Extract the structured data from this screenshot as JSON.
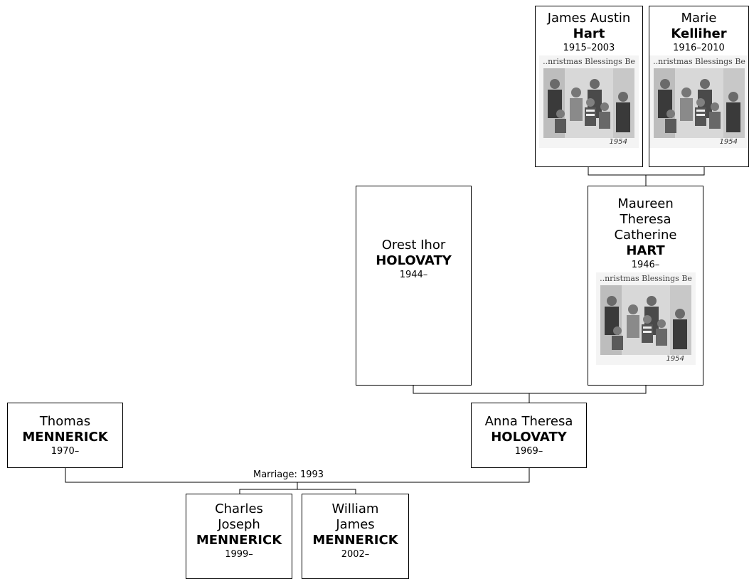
{
  "people": {
    "james": {
      "given": "James Austin",
      "surname": "Hart",
      "years": "1915–2003",
      "photo_caption": "..nristmas Blessings Be"
    },
    "marie": {
      "given": "Marie",
      "surname": "Kelliher",
      "years": "1916–2010",
      "photo_caption": "..nristmas Blessings Be"
    },
    "orest": {
      "given": "Orest Ihor",
      "surname": "HOLOVATY",
      "years": "1944–"
    },
    "maureen": {
      "given": "Maureen Theresa Catherine",
      "surname": "HART",
      "years": "1946–",
      "photo_caption": "..nristmas Blessings Be"
    },
    "thomas": {
      "given": "Thomas",
      "surname": "MENNERICK",
      "years": "1970–"
    },
    "anna": {
      "given": "Anna Theresa",
      "surname": "HOLOVATY",
      "years": "1969–"
    },
    "charles": {
      "given": "Charles Joseph",
      "surname": "MENNERICK",
      "years": "1999–"
    },
    "william": {
      "given": "William James",
      "surname": "MENNERICK",
      "years": "2002–"
    }
  },
  "marriage_label": "Marriage: 1993",
  "photo_year": "1954",
  "colors": {
    "line": "#000000",
    "box_border": "#000000",
    "photo_bg": "#d8d8d8"
  }
}
